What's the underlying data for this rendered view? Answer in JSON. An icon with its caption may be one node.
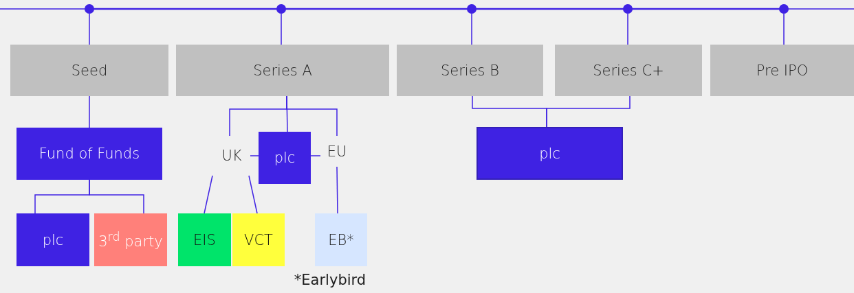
{
  "diagram": {
    "nodes": [
      {
        "text": [],
        "shape": "circle"
      },
      {
        "text": [],
        "shape": "circle"
      },
      {
        "text": [],
        "shape": "circle"
      },
      {
        "text": [],
        "shape": "circle"
      },
      {
        "text": [],
        "shape": "circle"
      },
      {
        "text": [
          "Seed"
        ]
      },
      {
        "text": [
          "Series A"
        ]
      },
      {
        "text": [
          "Series B"
        ]
      },
      {
        "text": [
          "Series C+"
        ]
      },
      {
        "text": [
          "Pre IPO"
        ]
      },
      {
        "text": [
          "Fund of Funds"
        ]
      },
      {
        "text": [
          "UK"
        ]
      },
      {
        "text": [
          "plc"
        ]
      },
      {
        "text": [
          "EU"
        ]
      },
      {
        "text": [
          "plc"
        ]
      },
      {
        "text": [
          "plc"
        ]
      },
      {
        "text": [
          "3$^{rd}$ party"
        ]
      },
      {
        "text": [
          "EIS"
        ]
      },
      {
        "text": [
          "VCT"
        ]
      },
      {
        "text": [
          "EB*"
        ]
      }
    ],
    "edges": [
      {
        "from": 0,
        "to": 5,
        "arrow": "none"
      },
      {
        "from": 1,
        "to": 6,
        "arrow": "none"
      },
      {
        "from": 2,
        "to": 7,
        "arrow": "none"
      },
      {
        "from": 3,
        "to": 8,
        "arrow": "none"
      },
      {
        "from": 4,
        "to": 9,
        "arrow": "none"
      },
      {
        "from": 5,
        "to": 10,
        "arrow": "none"
      },
      {
        "from": 10,
        "to": 15,
        "arrow": "none"
      },
      {
        "from": 10,
        "to": 16,
        "arrow": "none"
      },
      {
        "from": 6,
        "to": 11,
        "arrow": "none"
      },
      {
        "from": 6,
        "to": 12,
        "arrow": "none"
      },
      {
        "from": 6,
        "to": 13,
        "arrow": "none"
      },
      {
        "from": 11,
        "to": 12,
        "arrow": "none"
      },
      {
        "from": 12,
        "to": 13,
        "arrow": "none"
      },
      {
        "from": 11,
        "to": 17,
        "arrow": "none"
      },
      {
        "from": 11,
        "to": 18,
        "arrow": "none"
      },
      {
        "from": 13,
        "to": 19,
        "arrow": "none"
      },
      {
        "from": 7,
        "to": 14,
        "arrow": "none"
      },
      {
        "from": 8,
        "to": 14,
        "arrow": "none"
      }
    ],
    "labels": [
      "*Earlybird"
    ]
  }
}
